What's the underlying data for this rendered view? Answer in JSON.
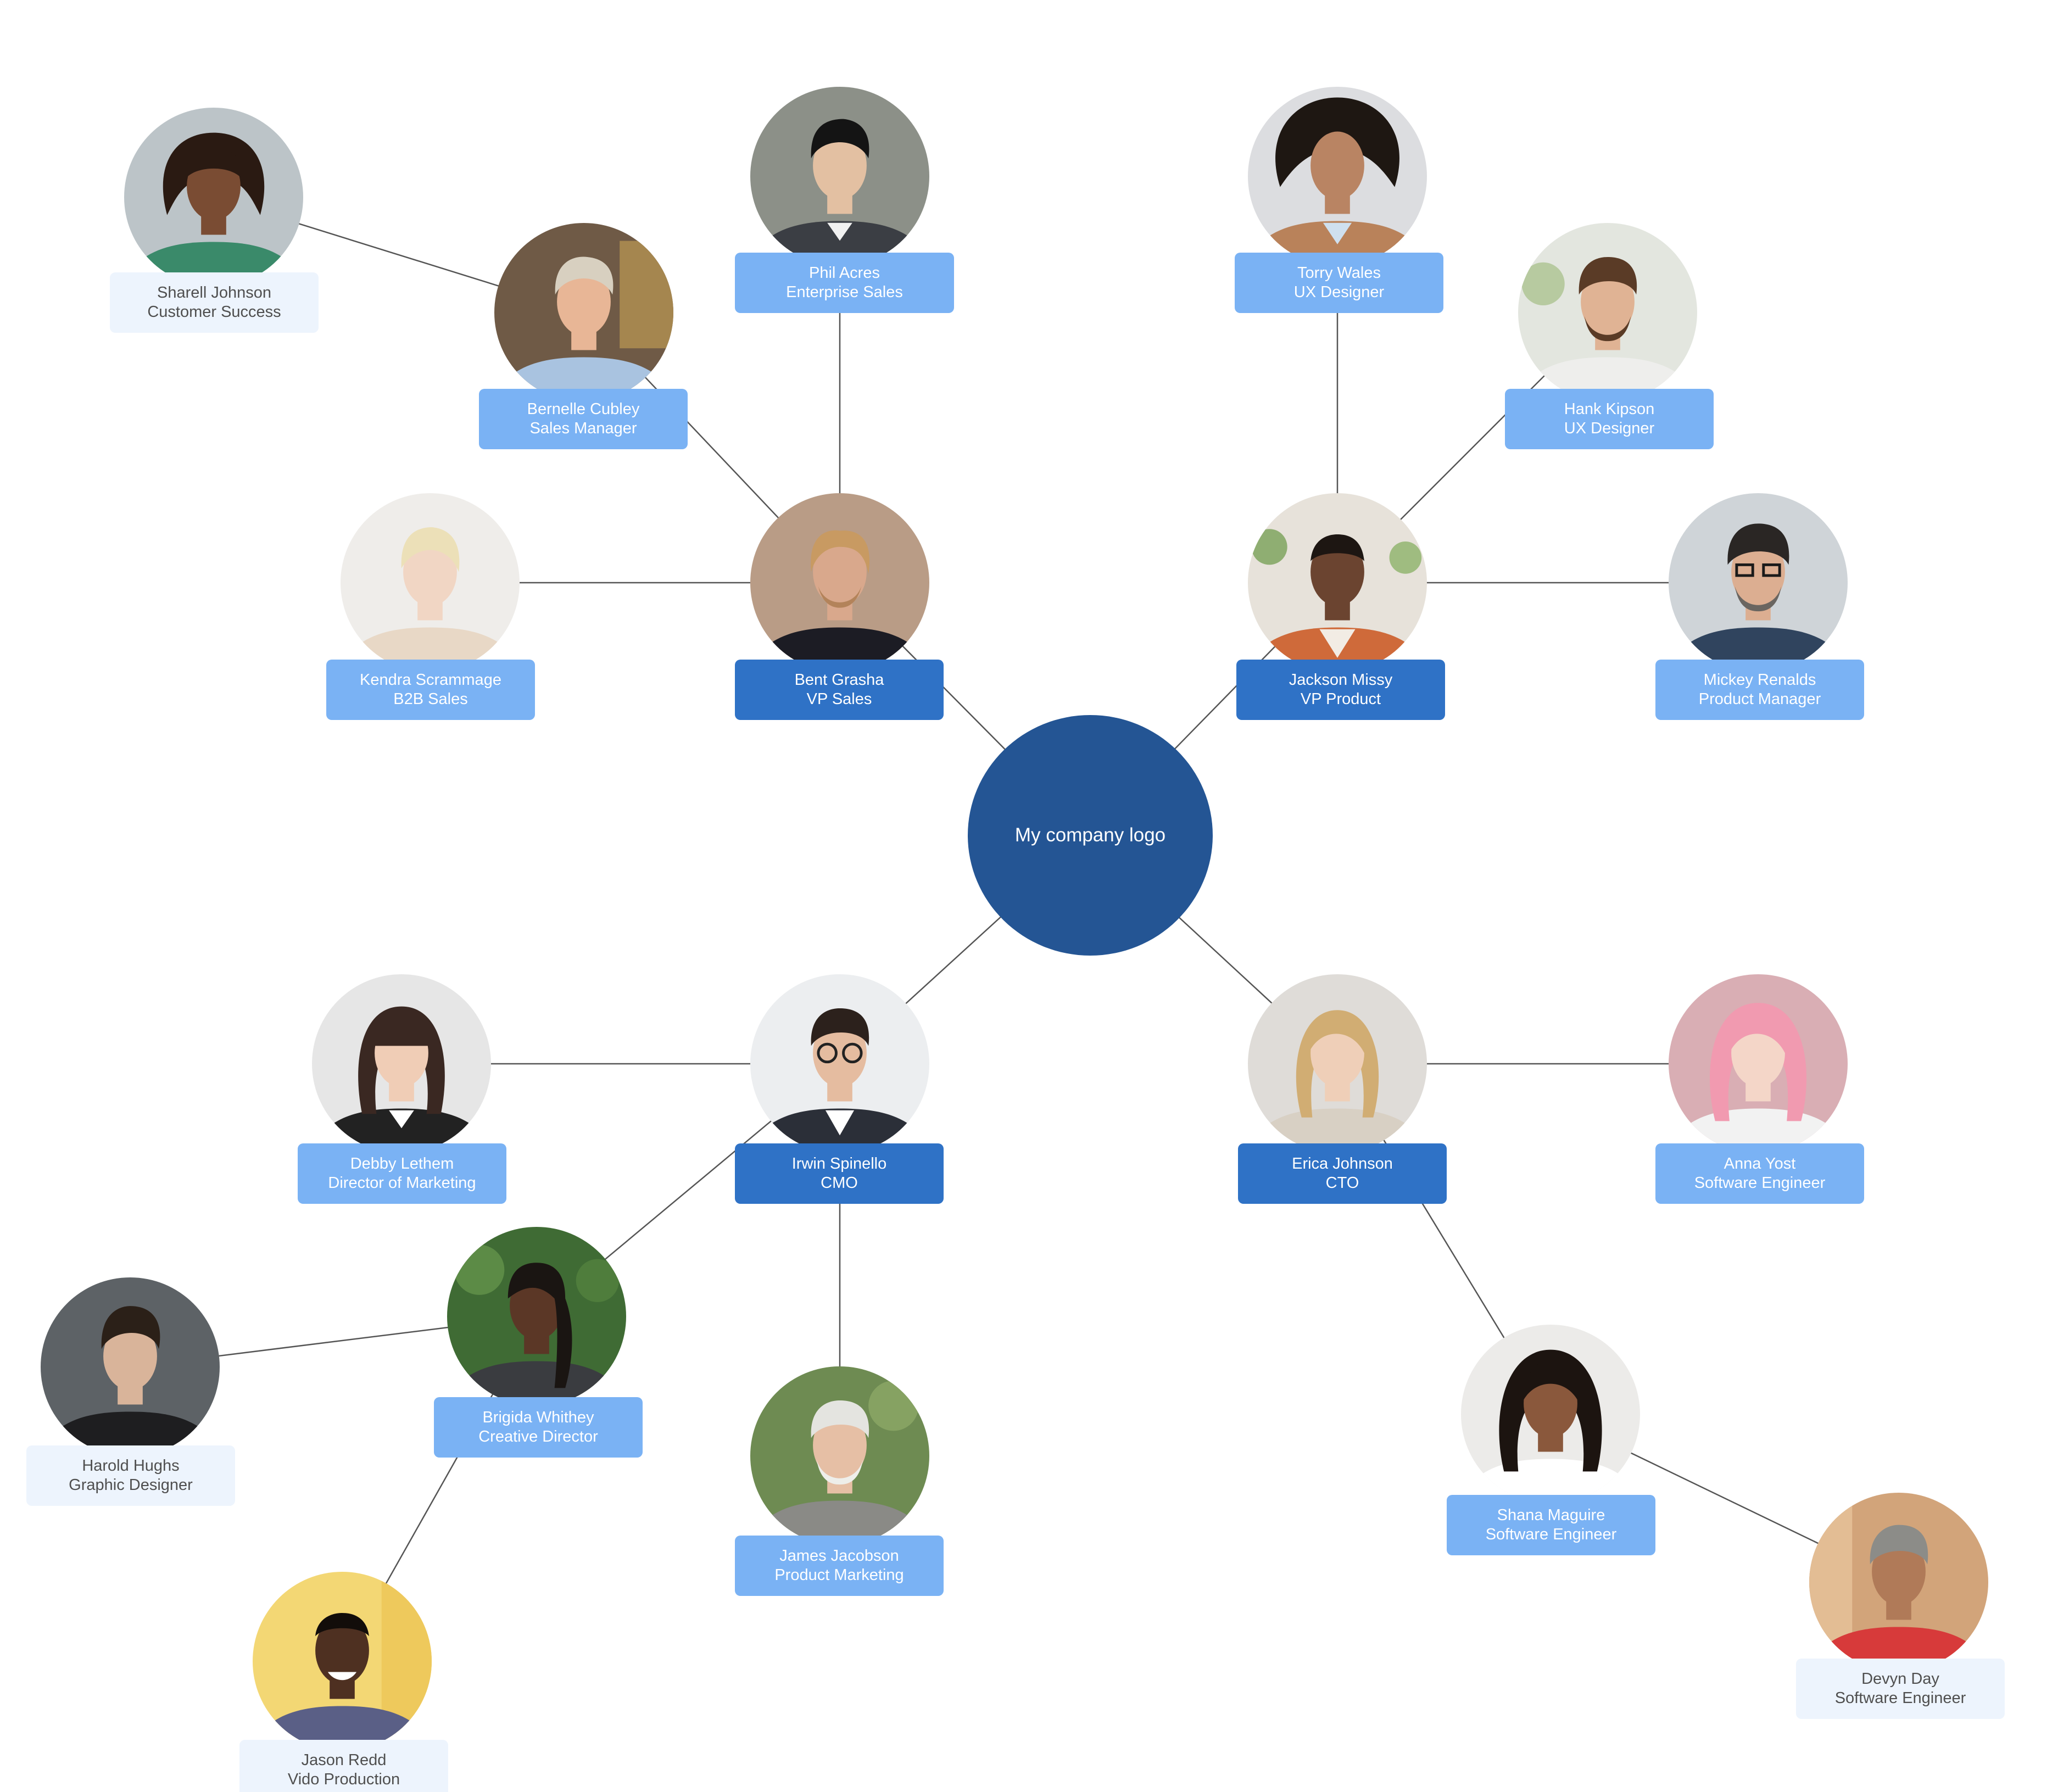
{
  "hub": {
    "label": "My company logo",
    "color": "#245594"
  },
  "colors": {
    "lead": "#2f72c6",
    "member": "#7ab2f4",
    "report": "#edf4fd",
    "connector": "#555555"
  },
  "people": {
    "bent": {
      "name": "Bent Grasha",
      "title": "VP Sales",
      "tier": "lead"
    },
    "jackson": {
      "name": "Jackson Missy",
      "title": "VP Product",
      "tier": "lead"
    },
    "irwin": {
      "name": "Irwin Spinello",
      "title": "CMO",
      "tier": "lead"
    },
    "erica": {
      "name": "Erica Johnson",
      "title": "CTO",
      "tier": "lead"
    },
    "phil": {
      "name": "Phil Acres",
      "title": "Enterprise Sales",
      "tier": "member"
    },
    "bernelle": {
      "name": "Bernelle Cubley",
      "title": "Sales Manager",
      "tier": "member"
    },
    "kendra": {
      "name": "Kendra Scrammage",
      "title": "B2B Sales",
      "tier": "member"
    },
    "sharell": {
      "name": "Sharell Johnson",
      "title": "Customer Success",
      "tier": "report"
    },
    "torry": {
      "name": "Torry Wales",
      "title": "UX Designer",
      "tier": "member"
    },
    "hank": {
      "name": "Hank Kipson",
      "title": "UX Designer",
      "tier": "member"
    },
    "mickey": {
      "name": "Mickey Renalds",
      "title": "Product Manager",
      "tier": "member"
    },
    "debby": {
      "name": "Debby Lethem",
      "title": "Director of Marketing",
      "tier": "member"
    },
    "brigida": {
      "name": "Brigida Whithey",
      "title": "Creative Director",
      "tier": "member"
    },
    "harold": {
      "name": "Harold Hughs",
      "title": "Graphic Designer",
      "tier": "report"
    },
    "jason": {
      "name": "Jason Redd",
      "title": "Vido Production",
      "tier": "report"
    },
    "james": {
      "name": "James Jacobson",
      "title": "Product Marketing",
      "tier": "member"
    },
    "anna": {
      "name": "Anna Yost",
      "title": "Software Engineer",
      "tier": "member"
    },
    "shana": {
      "name": "Shana Maguire",
      "title": "Software Engineer",
      "tier": "member"
    },
    "devyn": {
      "name": "Devyn Day",
      "title": "Software Engineer",
      "tier": "report"
    }
  },
  "connections": [
    [
      "hub",
      "bent"
    ],
    [
      "hub",
      "jackson"
    ],
    [
      "hub",
      "irwin"
    ],
    [
      "hub",
      "erica"
    ],
    [
      "bent",
      "phil"
    ],
    [
      "bent",
      "bernelle"
    ],
    [
      "bent",
      "kendra"
    ],
    [
      "bernelle",
      "sharell"
    ],
    [
      "jackson",
      "torry"
    ],
    [
      "jackson",
      "hank"
    ],
    [
      "jackson",
      "mickey"
    ],
    [
      "irwin",
      "debby"
    ],
    [
      "irwin",
      "brigida"
    ],
    [
      "irwin",
      "james"
    ],
    [
      "brigida",
      "harold"
    ],
    [
      "brigida",
      "jason"
    ],
    [
      "erica",
      "anna"
    ],
    [
      "erica",
      "shana"
    ],
    [
      "shana",
      "devyn"
    ]
  ]
}
